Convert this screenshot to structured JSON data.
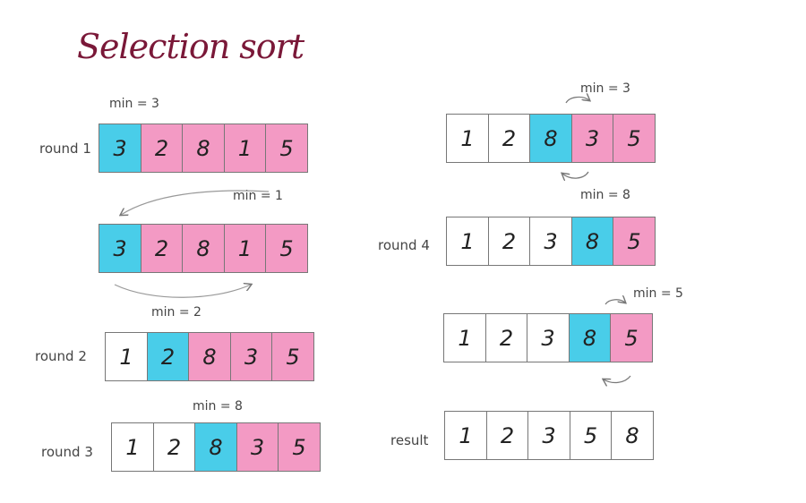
{
  "title": "Selection sort",
  "colors": {
    "min_cell": "#49cde9",
    "unsorted_cell": "#f39ac4",
    "sorted_cell": "#ffffff",
    "title": "#7a1838"
  },
  "rows": [
    {
      "label": "round 1",
      "min_label": "min = 3",
      "cells": [
        {
          "v": "3",
          "s": "min"
        },
        {
          "v": "2",
          "s": "uns"
        },
        {
          "v": "8",
          "s": "uns"
        },
        {
          "v": "1",
          "s": "uns"
        },
        {
          "v": "5",
          "s": "uns"
        }
      ]
    },
    {
      "label": "",
      "min_label": "min = 1",
      "cells": [
        {
          "v": "3",
          "s": "min"
        },
        {
          "v": "2",
          "s": "uns"
        },
        {
          "v": "8",
          "s": "uns"
        },
        {
          "v": "1",
          "s": "uns"
        },
        {
          "v": "5",
          "s": "uns"
        }
      ]
    },
    {
      "label": "round 2",
      "min_label": "min = 2",
      "cells": [
        {
          "v": "1",
          "s": "sorted"
        },
        {
          "v": "2",
          "s": "min"
        },
        {
          "v": "8",
          "s": "uns"
        },
        {
          "v": "3",
          "s": "uns"
        },
        {
          "v": "5",
          "s": "uns"
        }
      ]
    },
    {
      "label": "round 3",
      "min_label": "min = 8",
      "cells": [
        {
          "v": "1",
          "s": "sorted"
        },
        {
          "v": "2",
          "s": "sorted"
        },
        {
          "v": "8",
          "s": "min"
        },
        {
          "v": "3",
          "s": "uns"
        },
        {
          "v": "5",
          "s": "uns"
        }
      ]
    },
    {
      "label": "",
      "min_label": "min = 3",
      "cells": [
        {
          "v": "1",
          "s": "sorted"
        },
        {
          "v": "2",
          "s": "sorted"
        },
        {
          "v": "8",
          "s": "min"
        },
        {
          "v": "3",
          "s": "uns"
        },
        {
          "v": "5",
          "s": "uns"
        }
      ]
    },
    {
      "label": "round 4",
      "min_label": "min = 8",
      "cells": [
        {
          "v": "1",
          "s": "sorted"
        },
        {
          "v": "2",
          "s": "sorted"
        },
        {
          "v": "3",
          "s": "sorted"
        },
        {
          "v": "8",
          "s": "min"
        },
        {
          "v": "5",
          "s": "uns"
        }
      ]
    },
    {
      "label": "",
      "min_label": "min = 5",
      "cells": [
        {
          "v": "1",
          "s": "sorted"
        },
        {
          "v": "2",
          "s": "sorted"
        },
        {
          "v": "3",
          "s": "sorted"
        },
        {
          "v": "8",
          "s": "min"
        },
        {
          "v": "5",
          "s": "uns"
        }
      ]
    },
    {
      "label": "result",
      "min_label": "",
      "cells": [
        {
          "v": "1",
          "s": "sorted"
        },
        {
          "v": "2",
          "s": "sorted"
        },
        {
          "v": "3",
          "s": "sorted"
        },
        {
          "v": "5",
          "s": "sorted"
        },
        {
          "v": "8",
          "s": "sorted"
        }
      ]
    }
  ]
}
